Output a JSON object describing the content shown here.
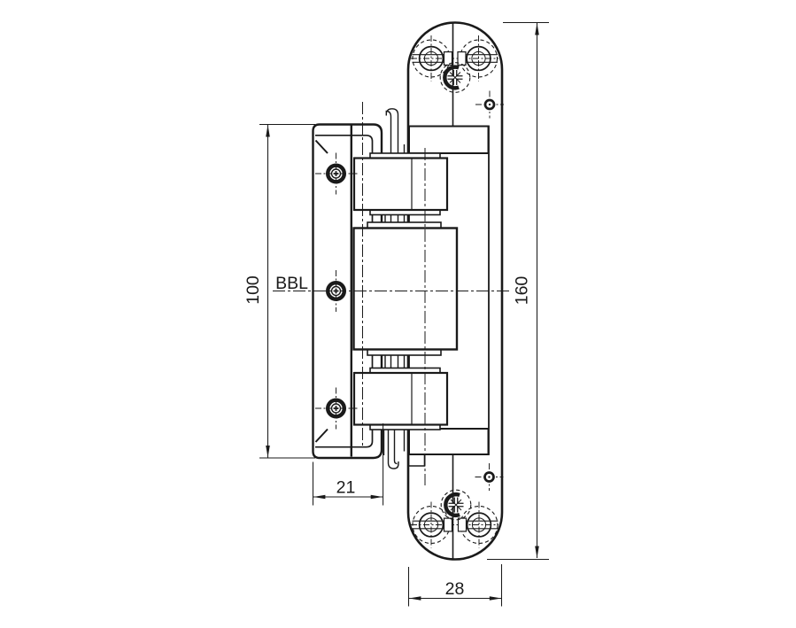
{
  "drawing": {
    "type": "technical-drawing",
    "subject": "concealed hinge side elevation with mounting plates",
    "background": "#ffffff",
    "line_color": "#1a1a1a",
    "reference_line": {
      "label": "BBL"
    },
    "dimensions": {
      "door_plate_height": {
        "value": "100",
        "orientation": "vertical"
      },
      "frame_plate_height": {
        "value": "160",
        "orientation": "vertical"
      },
      "door_plate_depth": {
        "value": "21",
        "orientation": "horizontal"
      },
      "frame_plate_width": {
        "value": "28",
        "orientation": "horizontal"
      }
    }
  }
}
